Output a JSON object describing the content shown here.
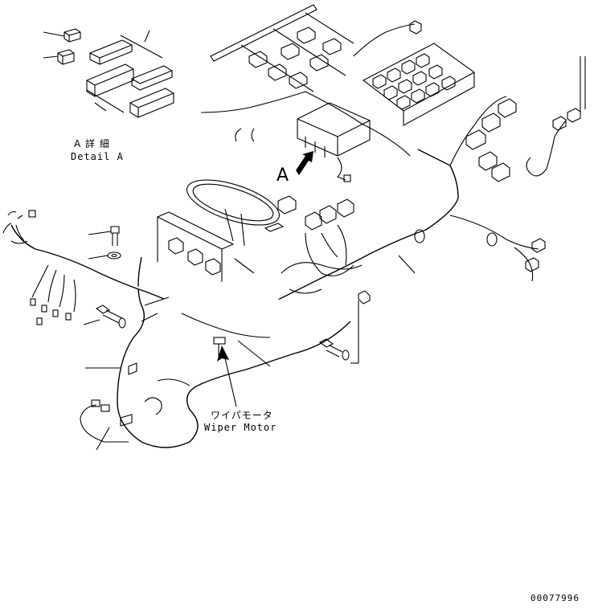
{
  "detail": {
    "title_jp": "A 詳 細",
    "title_en": "Detail A"
  },
  "view_marker": "A",
  "wiper": {
    "label_jp": "ワイパモータ",
    "label_en": "Wiper Motor"
  },
  "drawing_number": "00077996",
  "colors": {
    "line": "#000000",
    "background": "#ffffff"
  }
}
